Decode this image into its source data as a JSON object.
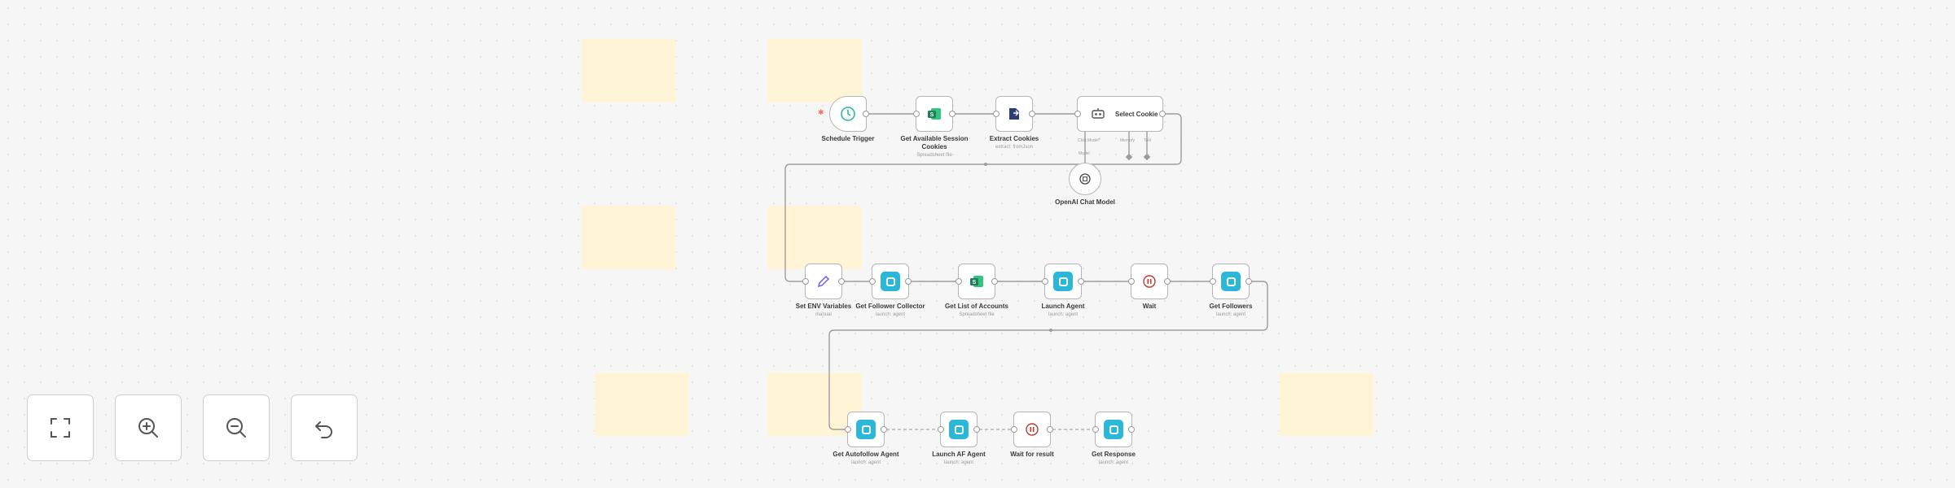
{
  "canvas": {
    "nodes": [
      {
        "id": "schedule",
        "label": "Schedule Trigger",
        "sub": "",
        "icon": "clock-icon"
      },
      {
        "id": "get-sessions",
        "label": "Get Available Session Cookies",
        "sub": "Spreadsheet file",
        "icon": "sheets-icon"
      },
      {
        "id": "extract-cookies",
        "label": "Extract Cookies",
        "sub": "extract: fromJson",
        "icon": "extract-icon"
      },
      {
        "id": "select-cookie",
        "label": "Select Cookie",
        "sub": "",
        "icon": "chain-icon"
      },
      {
        "id": "openai-chat",
        "label": "OpenAI Chat Model",
        "sub": "",
        "icon": "openai-icon"
      },
      {
        "id": "set-env",
        "label": "Set ENV Variables",
        "sub": "manual",
        "icon": "pencil-icon"
      },
      {
        "id": "get-follower-collector",
        "label": "Get Follower Collector",
        "sub": "launch: agent",
        "icon": "phantom-icon"
      },
      {
        "id": "get-list-accounts",
        "label": "Get List of Accounts",
        "sub": "Spreadsheet file",
        "icon": "sheets-icon"
      },
      {
        "id": "launch-agent",
        "label": "Launch Agent",
        "sub": "launch: agent",
        "icon": "phantom-icon"
      },
      {
        "id": "wait",
        "label": "Wait",
        "sub": "",
        "icon": "pause-icon"
      },
      {
        "id": "get-followers",
        "label": "Get Followers",
        "sub": "launch: agent",
        "icon": "phantom-icon"
      },
      {
        "id": "get-autofollow",
        "label": "Get Autofollow Agent",
        "sub": "launch: agent",
        "icon": "phantom-icon"
      },
      {
        "id": "launch-af",
        "label": "Launch AF Agent",
        "sub": "launch: agent",
        "icon": "phantom-icon"
      },
      {
        "id": "wait-result",
        "label": "Wait for result",
        "sub": "",
        "icon": "pause-icon"
      },
      {
        "id": "get-response",
        "label": "Get Response",
        "sub": "launch: agent",
        "icon": "phantom-icon"
      }
    ],
    "ports": {
      "model": "Chat Model*",
      "memory": "Memory",
      "tool": "Tool",
      "model_small": "Model"
    }
  },
  "controls": [
    {
      "id": "fit",
      "label": "Fit view",
      "icon": "fit-view-icon"
    },
    {
      "id": "zoom-in",
      "label": "Zoom in",
      "icon": "zoom-in-icon"
    },
    {
      "id": "zoom-out",
      "label": "Zoom out",
      "icon": "zoom-out-icon"
    },
    {
      "id": "reset",
      "label": "Reset zoom",
      "icon": "undo-icon"
    }
  ],
  "colors": {
    "sticky": "#fff4d6",
    "node_border": "#b5b5b5",
    "accent_teal": "#2bb7d9",
    "sheets_green": "#1e7f5c",
    "wait_red": "#c0392b",
    "trigger_star": "#ff6b5a"
  }
}
